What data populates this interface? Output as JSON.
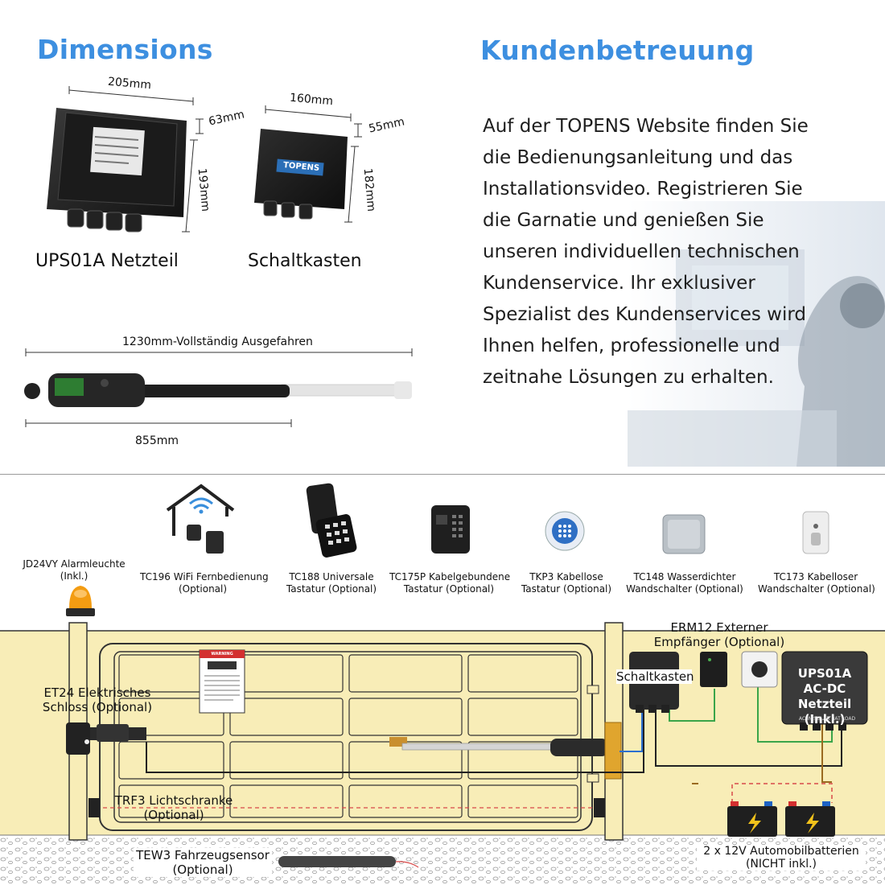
{
  "top": {
    "dimensions_title": "Dimensions",
    "support_title": "Kundenbetreuung",
    "support_lines": [
      "Auf der TOPENS Website finden Sie",
      "die Bedienungsanleitung und das",
      "Installationsvideo. Registrieren Sie",
      "die Garnatie und genießen Sie",
      "unseren individuellen technischen",
      "Kundenservice. Ihr exklusiver",
      "Spezialist des Kundenservices wird",
      "Ihnen helfen, professionelle und",
      "zeitnahe Lösungen zu erhalten."
    ]
  },
  "psu": {
    "width": "205mm",
    "depth": "63mm",
    "height": "193mm",
    "label": "UPS01A Netzteil"
  },
  "control_box": {
    "width": "160mm",
    "depth": "55mm",
    "height": "182mm",
    "label": "Schaltkasten",
    "brand": "TOPENS"
  },
  "actuator": {
    "extended": "1230mm-Vollständig Ausgefahren",
    "retracted": "855mm"
  },
  "accessories": [
    {
      "line1": "TC196 WiFi Fernbedienung",
      "line2": "(Optional)",
      "icon": "wifi-house-icon"
    },
    {
      "line1": "TC188 Universale",
      "line2": "Tastatur (Optional)",
      "icon": "keypad-icon"
    },
    {
      "line1": "TC175P Kabelgebundene",
      "line2": "Tastatur (Optional)",
      "icon": "wired-keypad-icon"
    },
    {
      "line1": "TKP3 Kabellose",
      "line2": "Tastatur (Optional)",
      "icon": "round-keypad-icon"
    },
    {
      "line1": "TC148 Wasserdichter",
      "line2": "Wandschalter (Optional)",
      "icon": "waterproof-switch-icon"
    },
    {
      "line1": "TC173 Kabelloser",
      "line2": "Wandschalter (Optional)",
      "icon": "wall-switch-icon"
    }
  ],
  "diagram": {
    "alarm_line1": "JD24VY Alarmleuchte",
    "alarm_line2": "(Inkl.)",
    "lock_line1": "ET24 Elektrisches",
    "lock_line2": "Schloss (Optional)",
    "receiver_line1": "ERM12 Externer",
    "receiver_line2": "Empfänger (Optional)",
    "control_box": "Schaltkasten",
    "ups_line1": "UPS01A",
    "ups_line2": "AC-DC",
    "ups_line3": "Netzteil (Inkl.)",
    "ups_ports": "AC IN  SOLAR BAT LOAD",
    "photocell_line1": "TRF3 Lichtschranke",
    "photocell_line2": "(Optional)",
    "sensor_line1": "TEW3 Fahrzeugsensor",
    "sensor_line2": "(Optional)",
    "battery_line1": "2 x 12V Automobilbatterien",
    "battery_line2": "(NICHT inkl.)",
    "warning_title": "WARNING"
  }
}
